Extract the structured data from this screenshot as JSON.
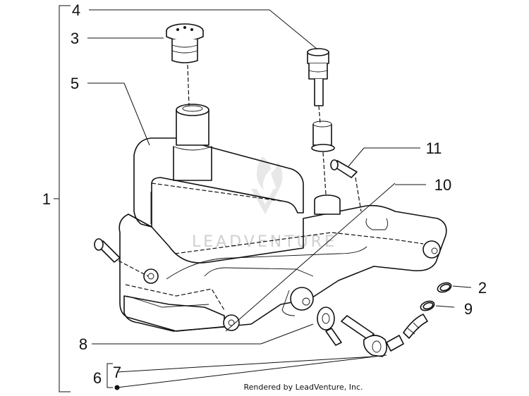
{
  "callouts": {
    "c1": "1",
    "c2": "2",
    "c3": "3",
    "c4": "4",
    "c5": "5",
    "c6": "6",
    "c7": "7",
    "c8": "8",
    "c9": "9",
    "c10": "10",
    "c11": "11"
  },
  "watermark": {
    "text": "LEADVENTURE"
  },
  "credit": {
    "text": "Rendered by LeadVenture, Inc."
  }
}
